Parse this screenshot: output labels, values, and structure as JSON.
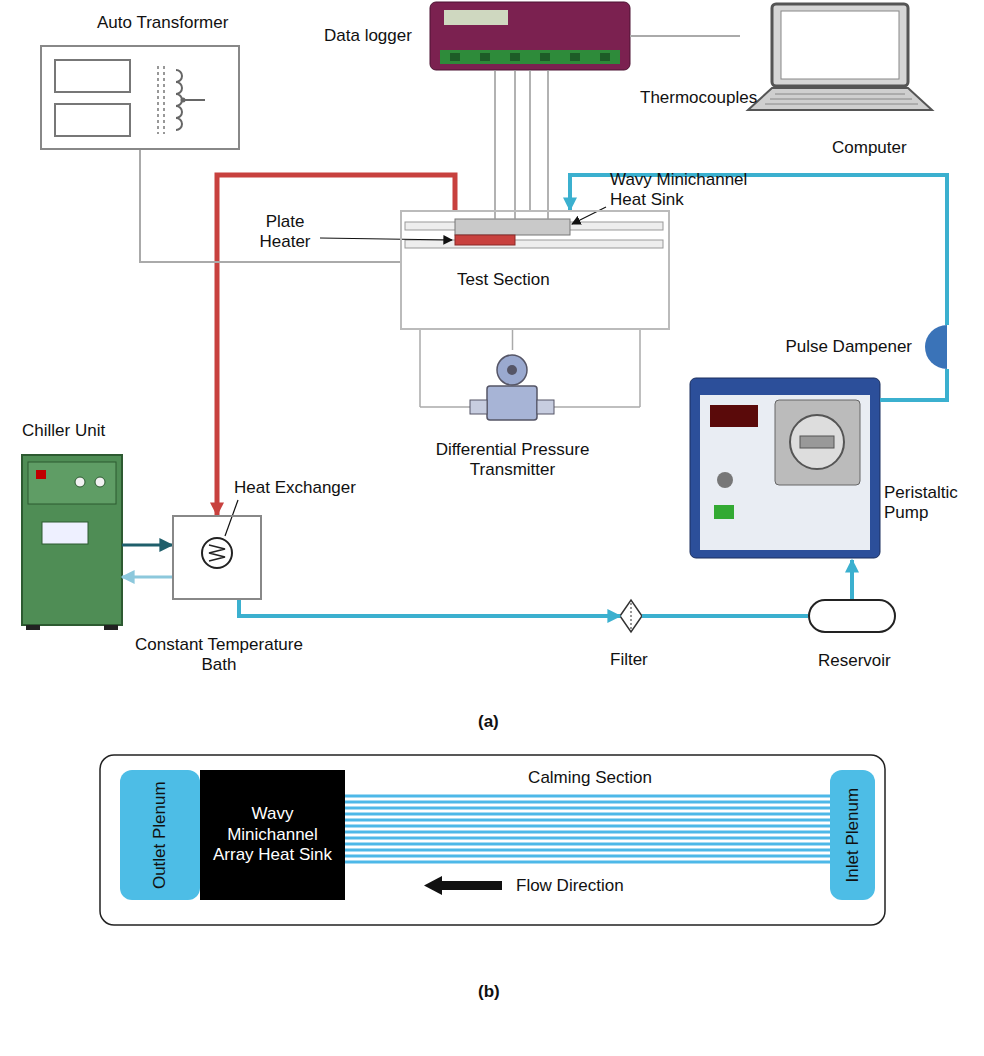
{
  "diagram": {
    "nodes": [
      {
        "text": [
          "Auto Transformer"
        ]
      },
      {
        "text": [
          "Data logger"
        ]
      },
      {
        "text": [
          "Computer"
        ]
      },
      {
        "text": [
          "Test Section"
        ]
      },
      {
        "text": [
          "Differential Pressure Transmitter"
        ]
      },
      {
        "text": [
          "Pulse Dampener"
        ]
      },
      {
        "text": [
          "Peristaltic Pump"
        ]
      },
      {
        "text": [
          "Chiller Unit"
        ]
      },
      {
        "text": [
          "Constant Temperature Bath"
        ]
      },
      {
        "text": [
          "Filter"
        ]
      },
      {
        "text": [
          "Reservoir"
        ]
      },
      {
        "text": [
          "Outlet Plenum"
        ]
      },
      {
        "text": [
          "Wavy Minichannel Array Heat Sink"
        ]
      },
      {
        "text": [
          "Inlet Plenum"
        ]
      }
    ],
    "edges": [
      {
        "from": 3,
        "to": 8,
        "arrow": "to"
      },
      {
        "from": 8,
        "to": 9,
        "arrow": "to"
      },
      {
        "from": 9,
        "to": 10,
        "arrow": "none"
      },
      {
        "from": 10,
        "to": 6,
        "arrow": "to"
      },
      {
        "from": 6,
        "to": 5,
        "arrow": "none"
      },
      {
        "from": 5,
        "to": 3,
        "arrow": "to"
      },
      {
        "from": 7,
        "to": 8,
        "arrow": "to"
      },
      {
        "from": 8,
        "to": 7,
        "arrow": "to"
      },
      {
        "from": 1,
        "to": 3,
        "arrow": "none"
      },
      {
        "from": 1,
        "to": 2,
        "arrow": "none"
      },
      {
        "from": 0,
        "to": 3,
        "arrow": "none"
      },
      {
        "from": 4,
        "to": 3,
        "arrow": "none"
      }
    ],
    "labels": [
      "Heat Exchanger",
      "Plate Heater",
      "Wavy Minichannel Heat Sink",
      "Thermocouples",
      "(a)",
      "Calming Section",
      "Flow Direction",
      "(b)"
    ]
  }
}
